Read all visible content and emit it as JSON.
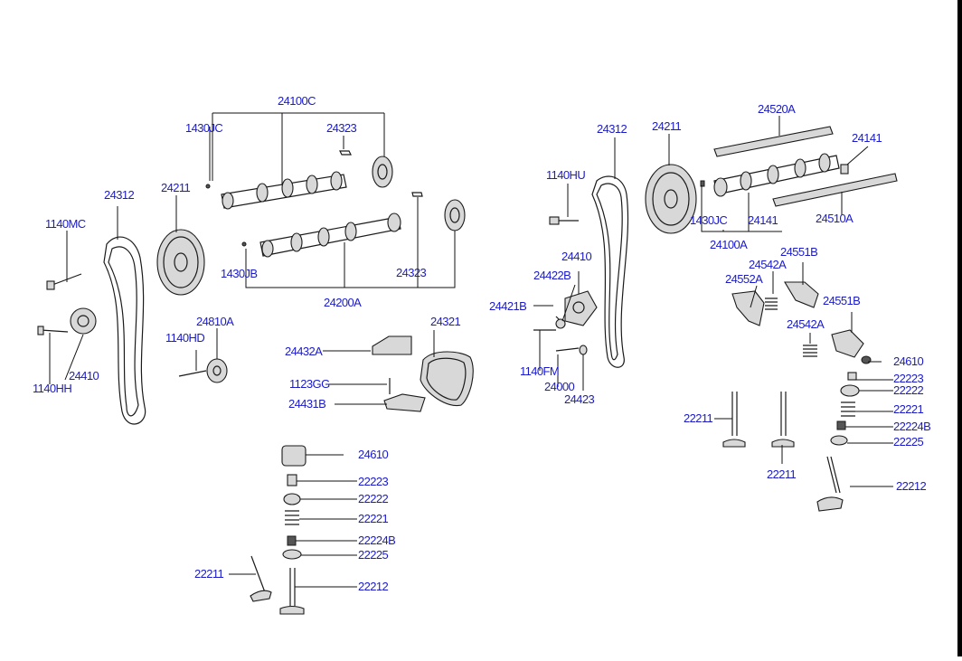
{
  "colors": {
    "label": "#1a1acc",
    "line": "#1a1a1a",
    "background": "#ffffff"
  },
  "labels": {
    "l_24100C": "24100C",
    "l_1430JC_a": "1430JC",
    "l_24323_a": "24323",
    "l_24312_a": "24312",
    "l_24211_a": "24211",
    "l_1140MC": "1140MC",
    "l_1430JB": "1430JB",
    "l_24323_b": "24323",
    "l_24200A": "24200A",
    "l_24810A": "24810A",
    "l_1140HD": "1140HD",
    "l_24410_a": "24410",
    "l_1140HH": "1140HH",
    "l_24321": "24321",
    "l_24432A": "24432A",
    "l_1123GG": "1123GG",
    "l_24431B": "24431B",
    "l_24610_a": "24610",
    "l_22223_a": "22223",
    "l_22222_a": "22222",
    "l_22221_a": "22221",
    "l_22224B_a": "22224B",
    "l_22225_a": "22225",
    "l_22211_a": "22211",
    "l_22212_a": "22212",
    "l_24312_b": "24312",
    "l_24211_b": "24211",
    "l_24520A": "24520A",
    "l_24141_a": "24141",
    "l_1140HU": "1140HU",
    "l_1430JC_b": "1430JC",
    "l_24141_b": "24141",
    "l_24510A": "24510A",
    "l_24100A": "24100A",
    "l_24410_b": "24410",
    "l_24422B": "24422B",
    "l_24421B": "24421B",
    "l_1140FM": "1140FM",
    "l_24000": "24000",
    "l_24423": "24423",
    "l_24551B_a": "24551B",
    "l_24542A_a": "24542A",
    "l_24552A": "24552A",
    "l_24551B_b": "24551B",
    "l_24542A_b": "24542A",
    "l_24610_b": "24610",
    "l_22223_b": "22223",
    "l_22222_b": "22222",
    "l_22221_b": "22221",
    "l_22224B_b": "22224B",
    "l_22225_b": "22225",
    "l_22211_b": "22211",
    "l_22211_c": "22211",
    "l_22212_b": "22212"
  }
}
